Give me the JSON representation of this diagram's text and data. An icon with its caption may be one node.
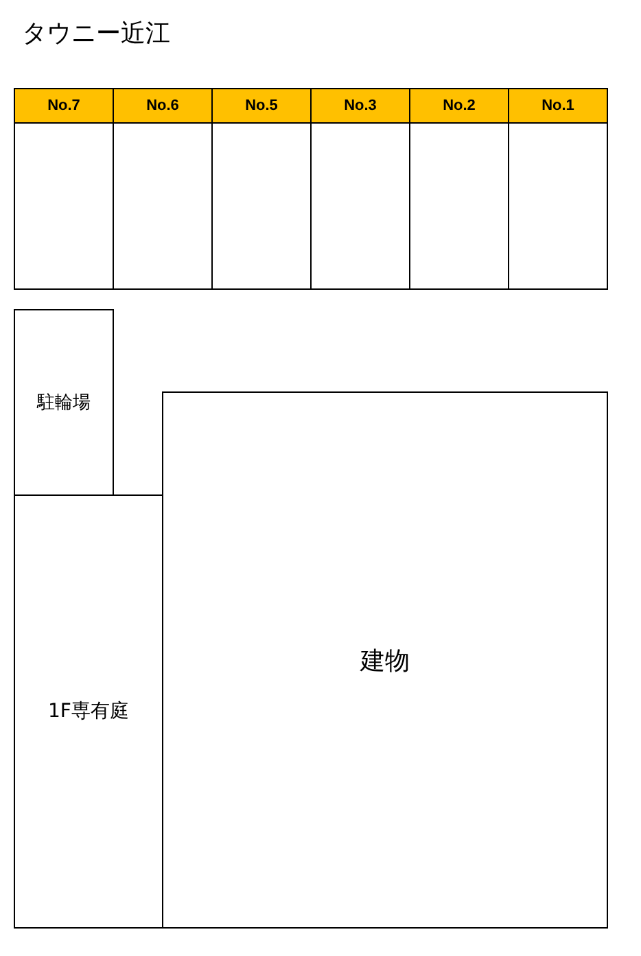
{
  "diagram": {
    "title": "タウニー近江",
    "nodes": [
      {
        "text": [
          "No.7"
        ]
      },
      {
        "text": [
          "No.6"
        ]
      },
      {
        "text": [
          "No.5"
        ]
      },
      {
        "text": [
          "No.3"
        ]
      },
      {
        "text": [
          "No.2"
        ]
      },
      {
        "text": [
          "No.1"
        ]
      },
      {
        "text": [
          "駐輪場"
        ]
      },
      {
        "text": [
          "建物"
        ]
      },
      {
        "text": [
          "1F専有庭"
        ]
      }
    ]
  }
}
